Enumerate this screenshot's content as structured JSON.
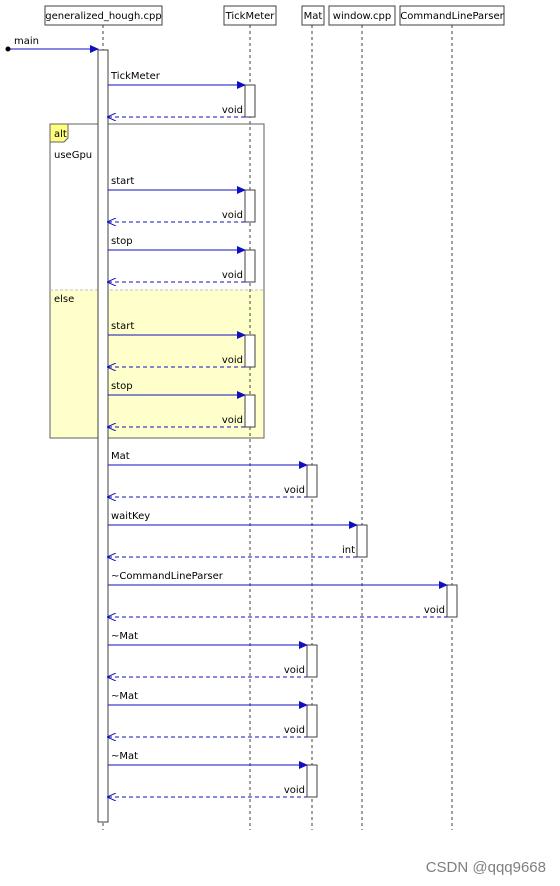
{
  "participants": [
    {
      "id": "p0",
      "label": "generalized_hough.cpp"
    },
    {
      "id": "p1",
      "label": "TickMeter"
    },
    {
      "id": "p2",
      "label": "Mat"
    },
    {
      "id": "p3",
      "label": "window.cpp"
    },
    {
      "id": "p4",
      "label": "CommandLineParser"
    }
  ],
  "entry": {
    "label": "main"
  },
  "messages": [
    {
      "label": "TickMeter",
      "ret": "void",
      "target": "p1"
    },
    {
      "label": "start",
      "ret": "void",
      "target": "p1"
    },
    {
      "label": "stop",
      "ret": "void",
      "target": "p1"
    },
    {
      "label": "start",
      "ret": "void",
      "target": "p1"
    },
    {
      "label": "stop",
      "ret": "void",
      "target": "p1"
    },
    {
      "label": "Mat",
      "ret": "void",
      "target": "p2"
    },
    {
      "label": "waitKey",
      "ret": "int",
      "target": "p3"
    },
    {
      "label": "~CommandLineParser",
      "ret": "void",
      "target": "p4"
    },
    {
      "label": "~Mat",
      "ret": "void",
      "target": "p2"
    },
    {
      "label": "~Mat",
      "ret": "void",
      "target": "p2"
    },
    {
      "label": "~Mat",
      "ret": "void",
      "target": "p2"
    }
  ],
  "fragment": {
    "tag": "alt",
    "guard": "useGpu",
    "else_label": "else"
  },
  "colors": {
    "call_arrow": "#1010c0",
    "return_arrow": "#1010c0",
    "fragment_tag_fill": "#ffff80",
    "else_fill": "#ffffcc",
    "lifeline": "#404040",
    "watermark": "#7f7f7f"
  },
  "watermark": "CSDN @qqq9668"
}
